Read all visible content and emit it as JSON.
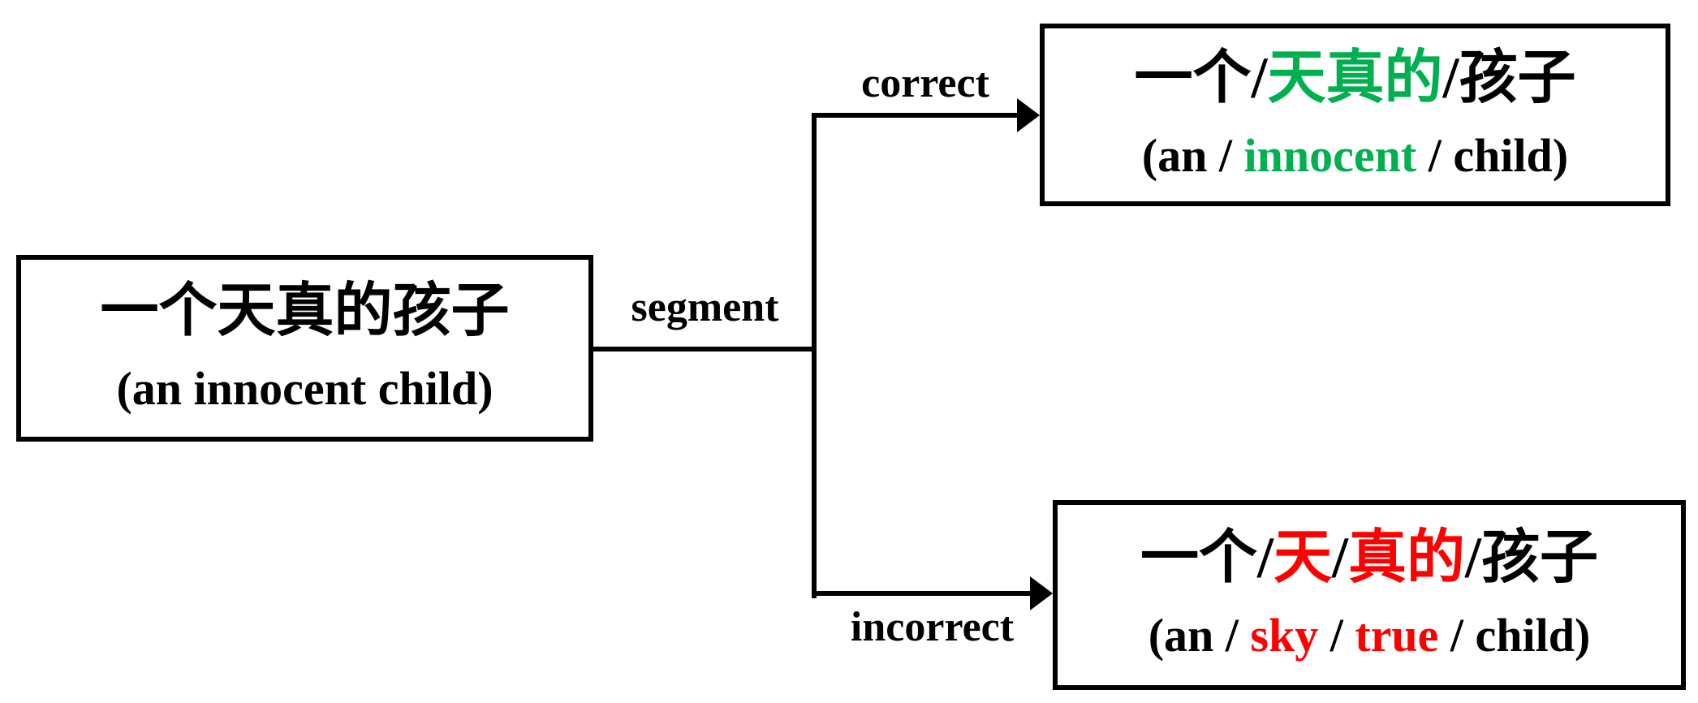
{
  "colors": {
    "black": "#000000",
    "green": "#00B050",
    "red": "#FF0000",
    "background": "#ffffff"
  },
  "source_box": {
    "line1": "一个天真的孩子",
    "line2": "(an innocent child)"
  },
  "labels": {
    "segment": "segment",
    "correct": "correct",
    "incorrect": "incorrect"
  },
  "correct_box": {
    "line1": [
      {
        "text": "一个",
        "color": "black"
      },
      {
        "text": "/",
        "color": "black"
      },
      {
        "text": "天真的",
        "color": "green"
      },
      {
        "text": "/",
        "color": "black"
      },
      {
        "text": "孩子",
        "color": "black"
      }
    ],
    "line2": [
      {
        "text": "(an / ",
        "color": "black"
      },
      {
        "text": "innocent",
        "color": "green"
      },
      {
        "text": " / child)",
        "color": "black"
      }
    ]
  },
  "incorrect_box": {
    "line1": [
      {
        "text": "一个",
        "color": "black"
      },
      {
        "text": "/",
        "color": "black"
      },
      {
        "text": "天",
        "color": "red"
      },
      {
        "text": "/",
        "color": "black"
      },
      {
        "text": "真的",
        "color": "red"
      },
      {
        "text": "/",
        "color": "black"
      },
      {
        "text": "孩子",
        "color": "black"
      }
    ],
    "line2": [
      {
        "text": "(an / ",
        "color": "black"
      },
      {
        "text": "sky",
        "color": "red"
      },
      {
        "text": " / ",
        "color": "black"
      },
      {
        "text": "true",
        "color": "red"
      },
      {
        "text": " / child)",
        "color": "black"
      }
    ]
  }
}
